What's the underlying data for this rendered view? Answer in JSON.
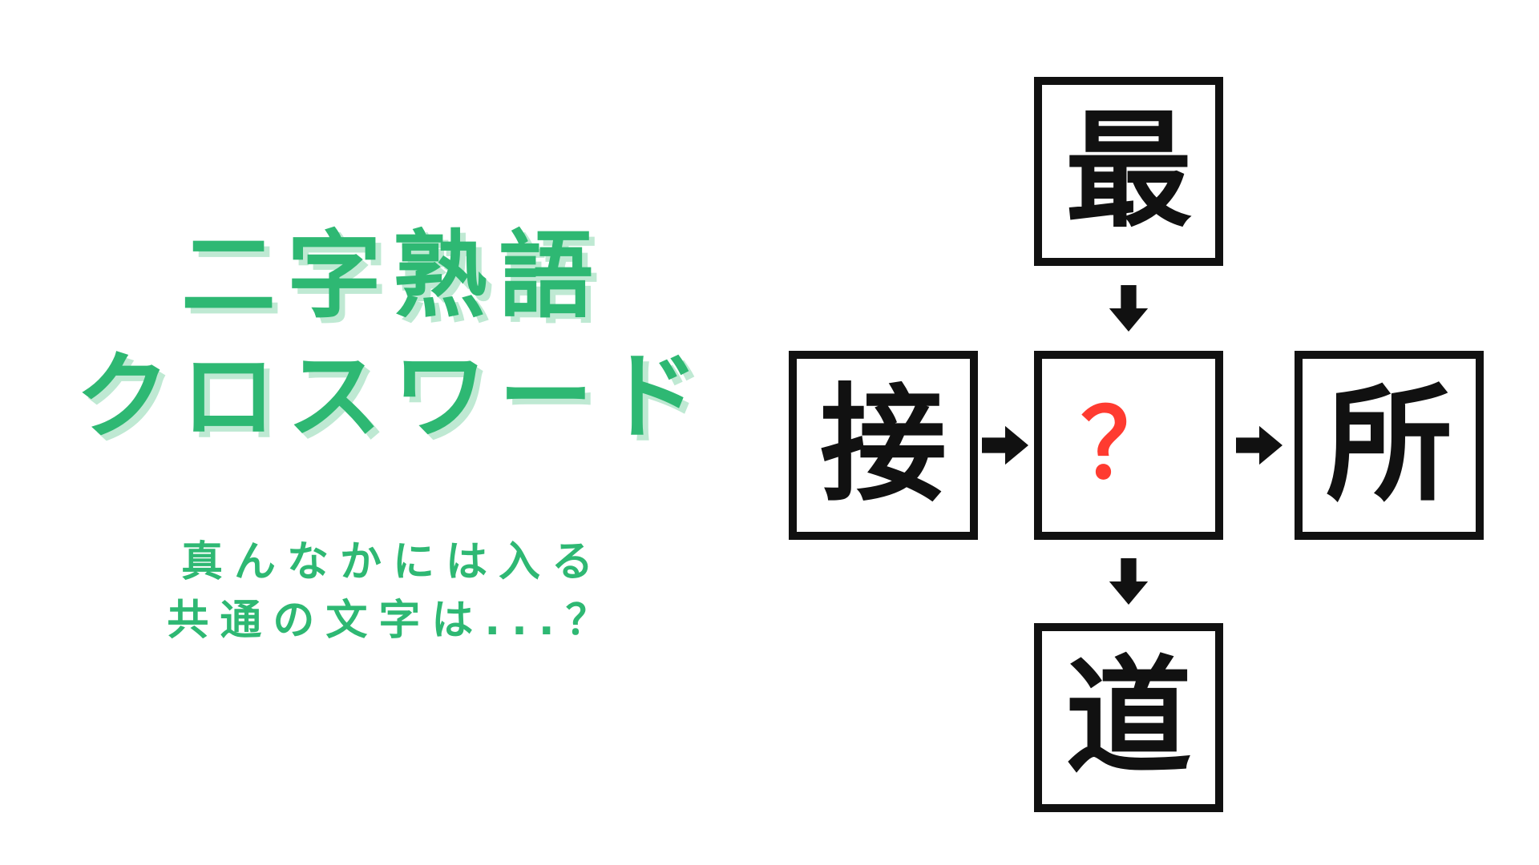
{
  "colors": {
    "green": "#2eb873",
    "green_shadow": "#bfe9d3",
    "red": "#ff3b30",
    "ink": "#111111",
    "bg": "#ffffff"
  },
  "title": {
    "line1": "二字熟語",
    "line2": "クロスワード"
  },
  "subtitle": {
    "line1": "真んなかには入る",
    "line2": "共通の文字は...？"
  },
  "puzzle": {
    "cells": {
      "top": "最",
      "left": "接",
      "center": "？",
      "right": "所",
      "bottom": "道"
    },
    "arrow_icons": [
      "arrow-down-icon-top-to-center",
      "arrow-right-icon-left-to-center",
      "arrow-right-icon-center-to-right",
      "arrow-down-icon-center-to-bottom"
    ]
  }
}
